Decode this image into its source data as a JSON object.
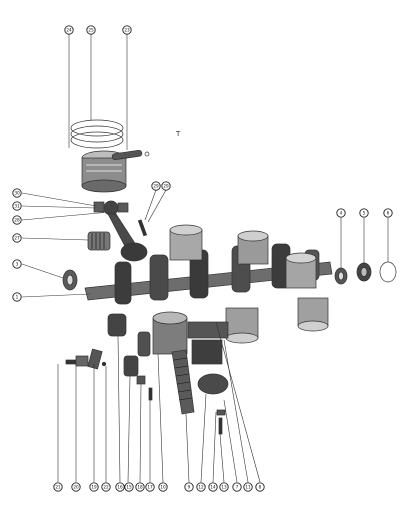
{
  "callouts": {
    "c24": "24",
    "c25": "25",
    "c23": "23",
    "c30": "30",
    "c31": "31",
    "c28": "28",
    "c27": "27",
    "c29a": "29",
    "c29b": "29",
    "c3": "3",
    "c1": "1",
    "c4": "4",
    "c5": "5",
    "c6": "6",
    "c21": "21",
    "c20": "20",
    "c19": "19",
    "c22": "22",
    "c16": "16",
    "c15": "15",
    "c18": "18",
    "c17": "17",
    "c10": "10",
    "c9": "9",
    "c12": "12",
    "c14": "14",
    "c13": "13",
    "c7": "7",
    "c11": "11",
    "c8": "8"
  },
  "center_mark": "T"
}
